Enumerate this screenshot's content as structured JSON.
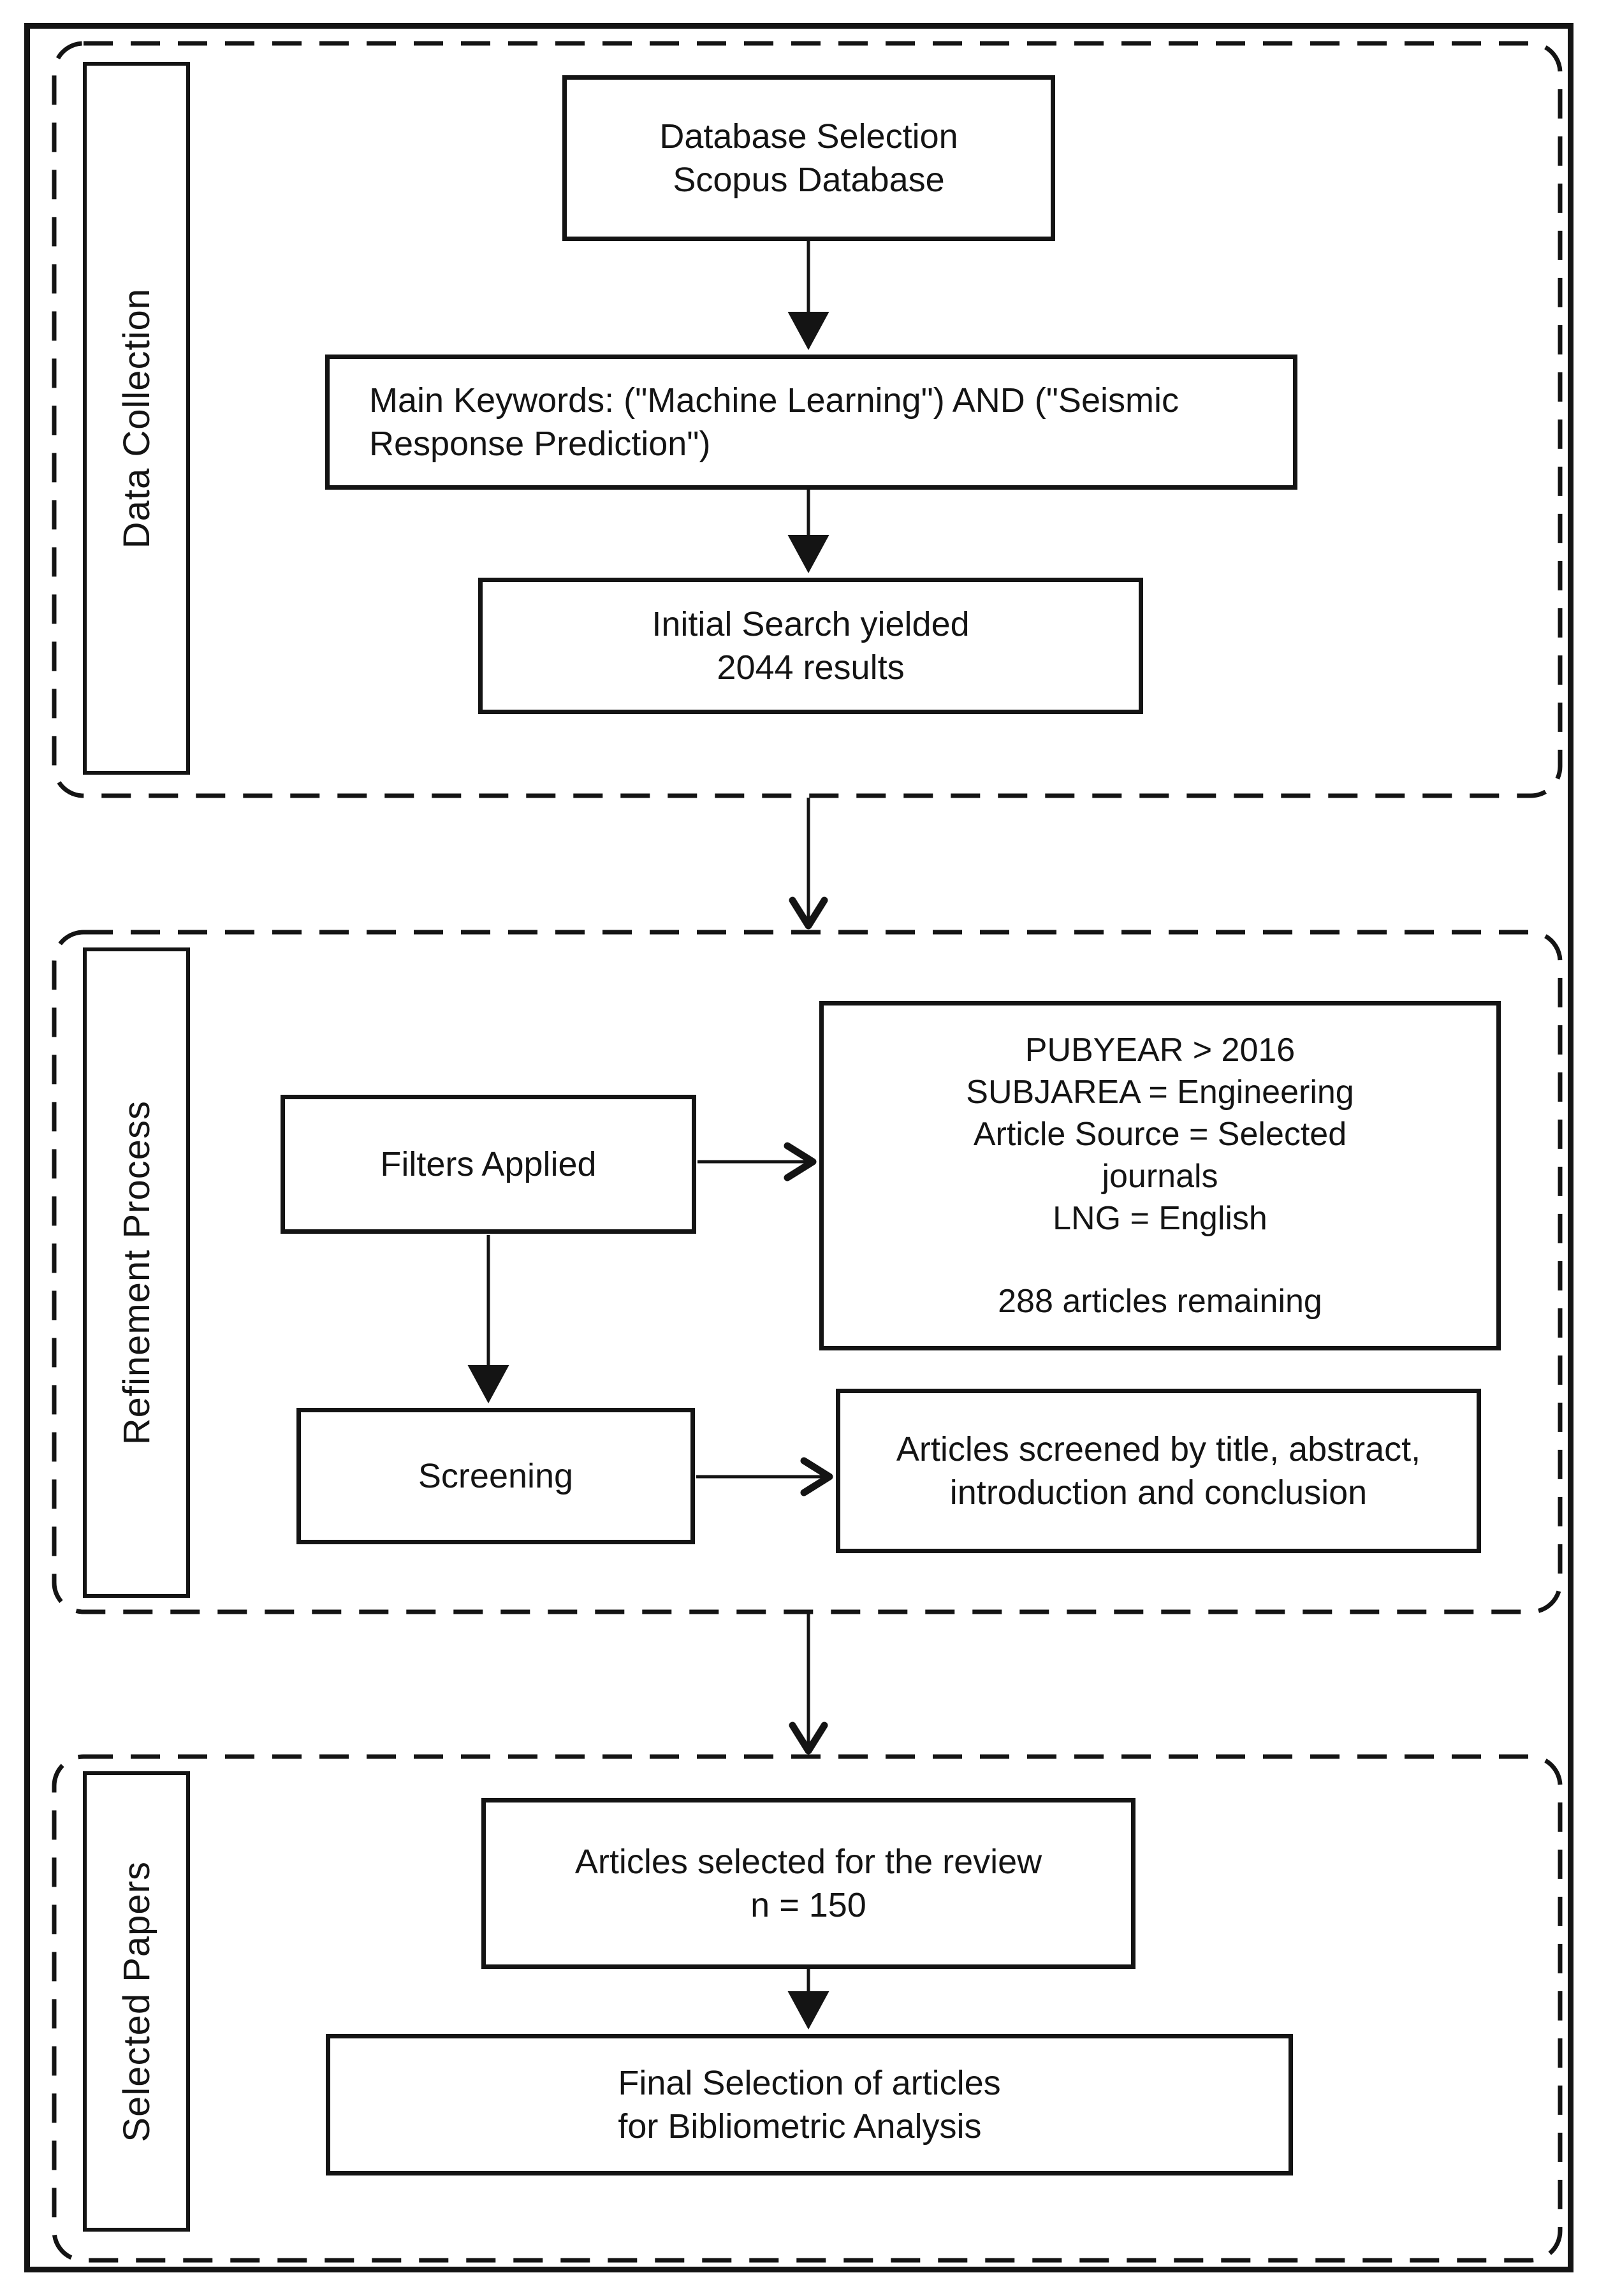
{
  "colors": {
    "ink": "#141414",
    "background": "#ffffff"
  },
  "sections": {
    "data_collection": {
      "label": "Data Collection"
    },
    "refinement_process": {
      "label": "Refinement Process"
    },
    "selected_papers": {
      "label": "Selected Papers"
    }
  },
  "boxes": {
    "database_selection": {
      "line1": "Database Selection",
      "line2": "Scopus Database"
    },
    "main_keywords": {
      "line1": "Main Keywords: (\"Machine Learning\") AND (\"Seismic",
      "line2": "Response Prediction\")"
    },
    "initial_search": {
      "line1": "Initial Search yielded",
      "line2": "2044 results"
    },
    "filters_applied": {
      "label": "Filters Applied"
    },
    "filter_details": {
      "line1": "PUBYEAR > 2016",
      "line2": "SUBJAREA = Engineering",
      "line3": "Article Source = Selected",
      "line4": "journals",
      "line5": "LNG = English",
      "result": "288 articles remaining"
    },
    "screening": {
      "label": "Screening"
    },
    "screening_details": {
      "line1": "Articles screened by title, abstract,",
      "line2": "introduction and conclusion"
    },
    "articles_selected": {
      "line1": "Articles selected for the review",
      "line2": "n = 150"
    },
    "final_selection": {
      "line1": "Final Selection of articles",
      "line2": "for Bibliometric Analysis"
    }
  }
}
